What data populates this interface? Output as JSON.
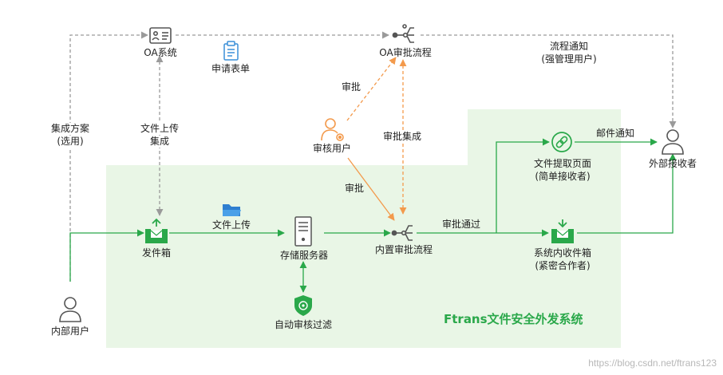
{
  "nodes": {
    "oa_system": "OA系统",
    "oa_approval_flow": "OA审批流程",
    "application_form": "申请表单",
    "process_notice": "流程通知",
    "process_notice_sub": "(强管理用户)",
    "integration_plan": "集成方案",
    "integration_plan_sub": "(选用)",
    "file_upload_integration": "文件上传",
    "file_upload_integration_sub": "集成",
    "approve_top": "审批",
    "approver_user": "审核用户",
    "approval_integration": "审批集成",
    "approve_mid": "审批",
    "outbox": "发件箱",
    "file_upload": "文件上传",
    "storage_server": "存储服务器",
    "builtin_approval_flow": "内置审批流程",
    "approval_passed": "审批通过",
    "file_pickup_page": "文件提取页面",
    "file_pickup_page_sub": "(简单接收者)",
    "email_notice": "邮件通知",
    "external_receiver": "外部接收者",
    "system_inbox": "系统内收件箱",
    "system_inbox_sub": "(紧密合作者)",
    "auto_audit_filter": "自动审核过滤",
    "internal_user": "内部用户",
    "system_name": "Ftrans文件安全外发系统"
  },
  "watermark": "https://blog.csdn.net/ftrans123",
  "colors": {
    "zone_fill": "#e9f6e6",
    "green": "#2aa84a",
    "orange": "#f39a4c",
    "gray_line": "#9a9a9a",
    "dark_icon": "#555555",
    "blue_icon": "#3a8fd8"
  },
  "icons": {
    "oa_system": "id-card-icon",
    "oa_approval_flow": "flow-branch-icon",
    "application_form": "clipboard-icon",
    "approver_user": "user-gear-icon",
    "outbox": "mail-tray-up-icon",
    "file_upload": "folder-icon",
    "storage_server": "server-icon",
    "builtin_approval_flow": "flow-branch-icon",
    "file_pickup_page": "link-icon",
    "system_inbox": "mail-tray-down-icon",
    "auto_audit_filter": "shield-target-icon",
    "external_receiver": "user-icon",
    "internal_user": "user-icon"
  }
}
